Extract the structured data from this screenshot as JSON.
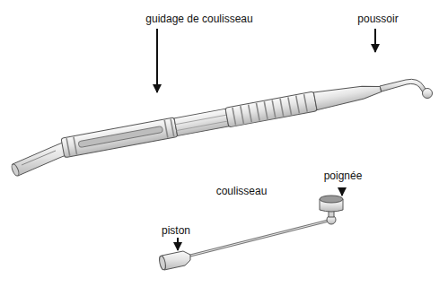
{
  "diagram": {
    "labels": [
      "guidage de coulisseau",
      "poussoir",
      "coulisseau",
      "poignée",
      "piston"
    ]
  }
}
